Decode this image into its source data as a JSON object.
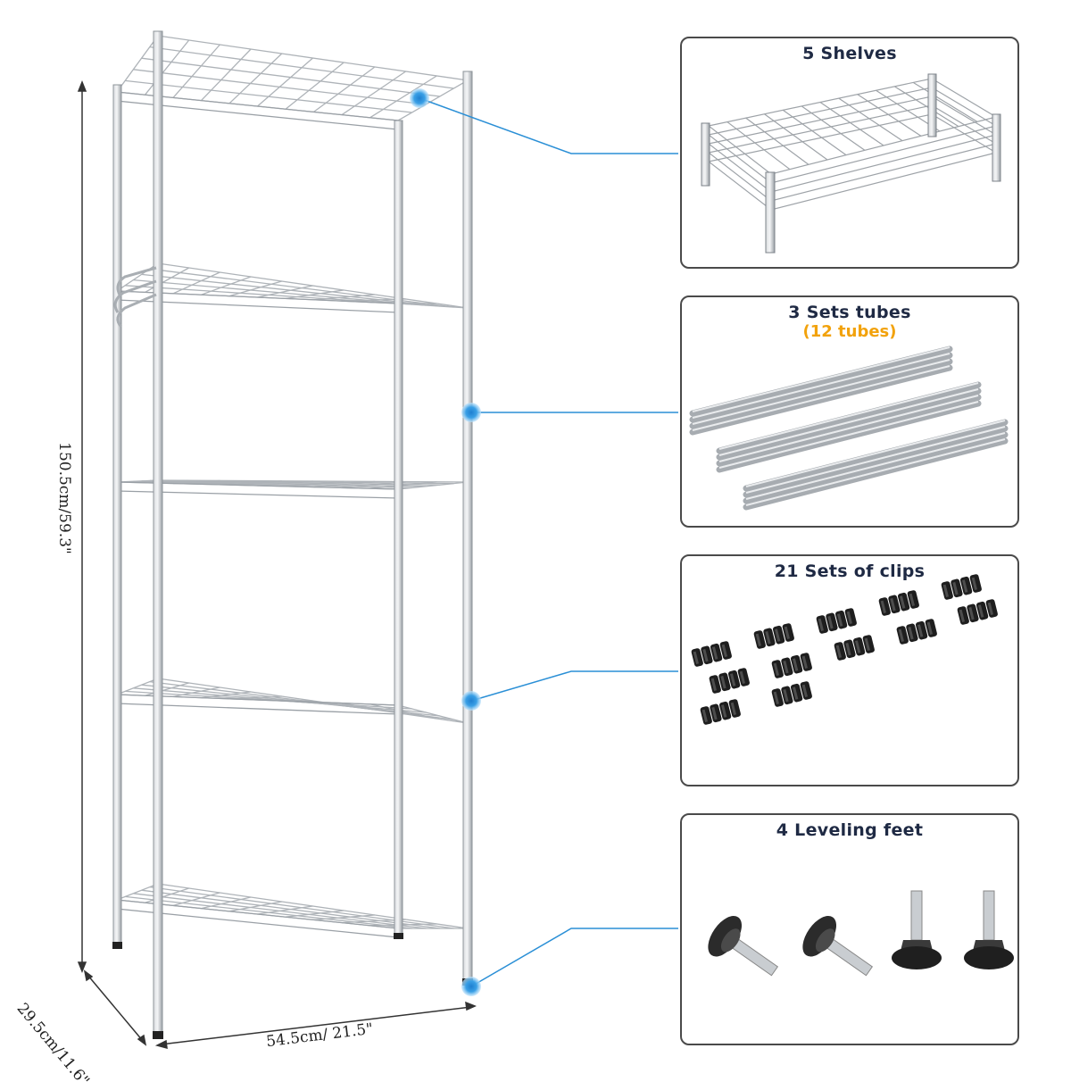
{
  "dimensions": {
    "height": "150.5cm/59.3\"",
    "width": "54.5cm/ 21.5\"",
    "depth": "29.5cm/11.6\""
  },
  "panels": [
    {
      "title": "5 Shelves",
      "subtitle": "",
      "icon": "stacked-wire-shelves"
    },
    {
      "title": "3 Sets tubes",
      "subtitle": "(12 tubes)",
      "icon": "tube-bundles"
    },
    {
      "title": "21 Sets of clips",
      "subtitle": "",
      "icon": "black-clips"
    },
    {
      "title": "4 Leveling feet",
      "subtitle": "",
      "icon": "leveling-feet"
    }
  ],
  "colors": {
    "accent_blue": "#2a8fd6",
    "subtitle_orange": "#f2a20c",
    "title_navy": "#1f2a44",
    "chrome": "#bfc3c8"
  }
}
